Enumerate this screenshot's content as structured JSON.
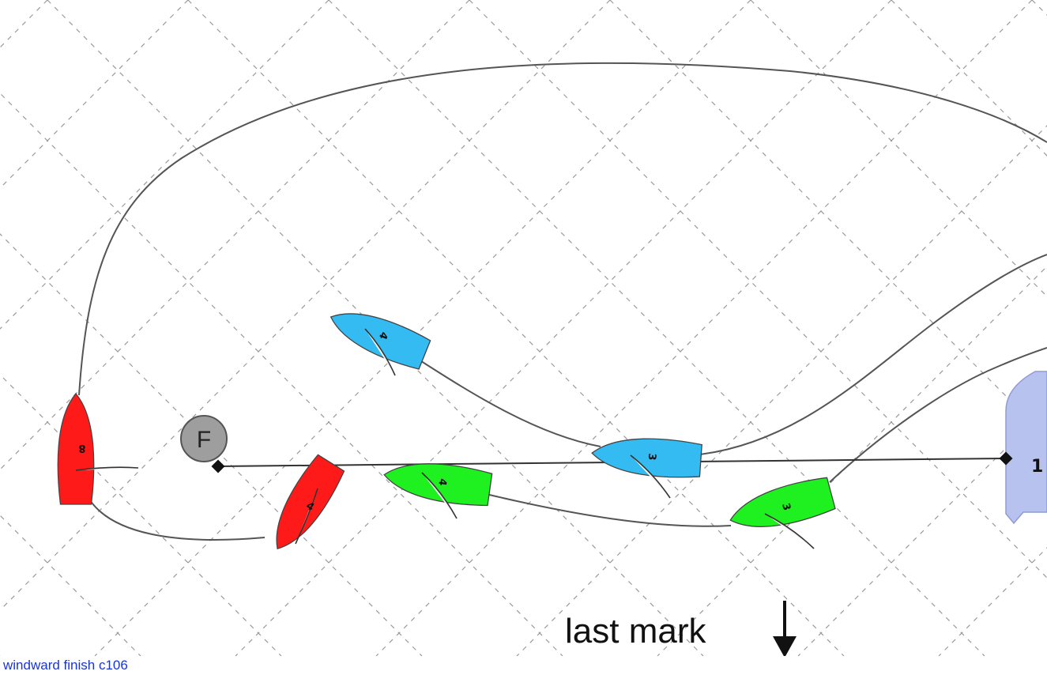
{
  "diagram": {
    "finish_mark_letter": "F",
    "committee_boat_number": "1",
    "last_mark_label": "last mark",
    "colors": {
      "red": "#ff1a1a",
      "blue": "#33bbf2",
      "green": "#1ff01f",
      "committee": "#b8c2ee",
      "mark": "#9e9e9e",
      "track": "#555555",
      "grid": "#999999"
    },
    "boats": [
      {
        "id": "red-1",
        "color_key": "red",
        "number": "8"
      },
      {
        "id": "red-2",
        "color_key": "red",
        "number": "4"
      },
      {
        "id": "blue-1",
        "color_key": "blue",
        "number": "4"
      },
      {
        "id": "blue-2",
        "color_key": "blue",
        "number": "3"
      },
      {
        "id": "green-1",
        "color_key": "green",
        "number": "4"
      },
      {
        "id": "green-2",
        "color_key": "green",
        "number": "3"
      }
    ]
  },
  "caption": {
    "link_text": "windward finish c106"
  }
}
